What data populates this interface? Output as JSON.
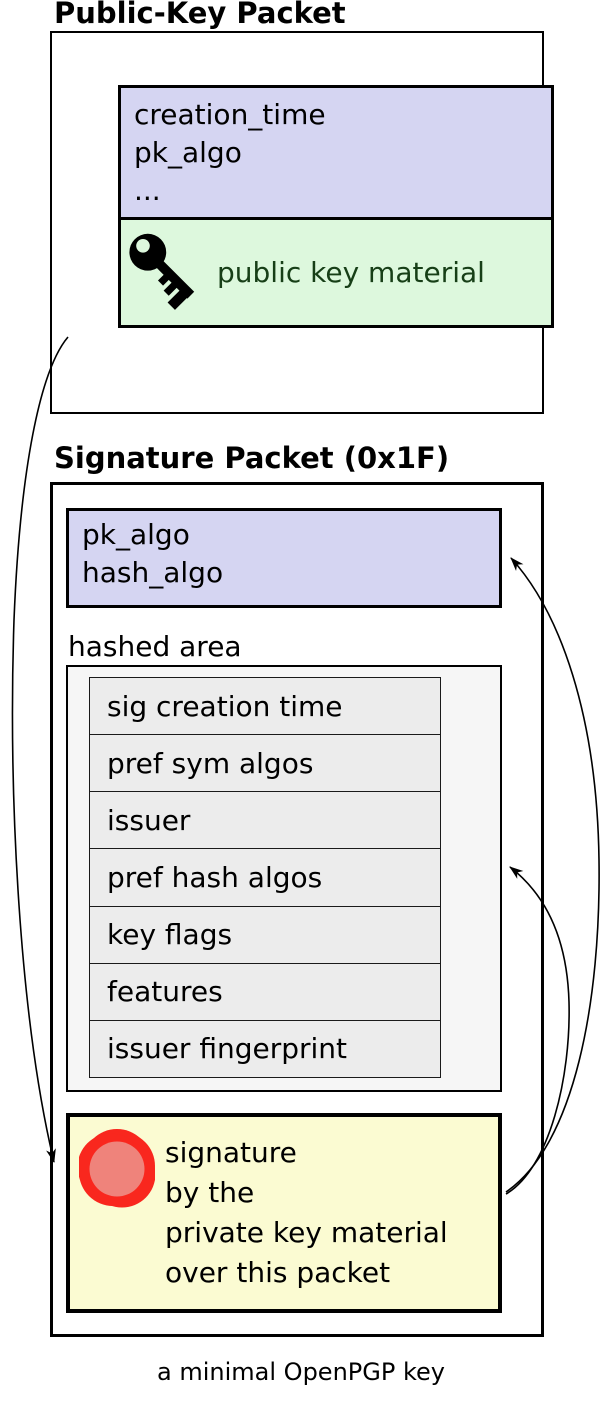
{
  "diagram": {
    "public_key_packet": {
      "title": "Public-Key Packet",
      "header_fields": [
        "creation_time",
        "pk_algo",
        "..."
      ],
      "material_label": "public key material",
      "material_icon": "key-icon"
    },
    "signature_packet": {
      "title": "Signature Packet (0x1F)",
      "header_fields": [
        "pk_algo",
        "hash_algo"
      ],
      "hashed_area": {
        "label": "hashed area",
        "rows": [
          "sig creation time",
          "pref sym algos",
          "issuer",
          "pref hash algos",
          "key flags",
          "features",
          "issuer fingerprint"
        ]
      },
      "signature_box": {
        "icon": "seal-icon",
        "lines": [
          "signature",
          "by the",
          "private key material",
          "over this packet"
        ]
      }
    },
    "caption": "a minimal OpenPGP key",
    "colors": {
      "header_fill": "#d5d5f2",
      "key_material_fill": "#ddf8dd",
      "key_material_text": "#173f17",
      "hashed_area_fill": "#f6f6f6",
      "hashed_row_fill": "#ececec",
      "signature_fill": "#fbfbd2",
      "seal_ring": "#f9271e",
      "seal_center": "#ef837b",
      "line_color": "#000000"
    },
    "arrows": [
      {
        "from": "public-key-packet",
        "to": "signature-seal",
        "meaning": "signature covers public-key packet"
      },
      {
        "from": "signature-seal",
        "to": "signature-packet-header",
        "meaning": "signature covers packet header"
      },
      {
        "from": "signature-seal",
        "to": "hashed-area",
        "meaning": "signature covers hashed area"
      }
    ]
  }
}
